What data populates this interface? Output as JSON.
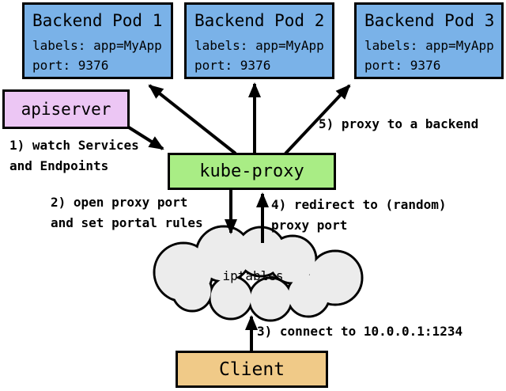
{
  "nodes": {
    "backend_pods": [
      {
        "title": "Backend Pod 1",
        "labels": "labels: app=MyApp",
        "port": "port: 9376"
      },
      {
        "title": "Backend Pod 2",
        "labels": "labels: app=MyApp",
        "port": "port: 9376"
      },
      {
        "title": "Backend Pod 3",
        "labels": "labels: app=MyApp",
        "port": "port: 9376"
      }
    ],
    "apiserver": {
      "label": "apiserver"
    },
    "kube_proxy": {
      "label": "kube-proxy"
    },
    "iptables": {
      "label": "iptables"
    },
    "client": {
      "label": "Client"
    }
  },
  "annotations": {
    "step1": "1) watch Services\nand Endpoints",
    "step2": "2) open proxy port\nand set portal rules",
    "step3": "3) connect to 10.0.0.1:1234",
    "step4": "4) redirect to (random)\nproxy port",
    "step5": "5) proxy to a backend"
  },
  "colors": {
    "pod_fill": "#7AB2E8",
    "apiserver_fill": "#ECC6F4",
    "kube_proxy_fill": "#A9ED85",
    "iptables_fill": "#ECECEC",
    "client_fill": "#F0CA88",
    "border": "#000000",
    "arrow": "#000000"
  }
}
